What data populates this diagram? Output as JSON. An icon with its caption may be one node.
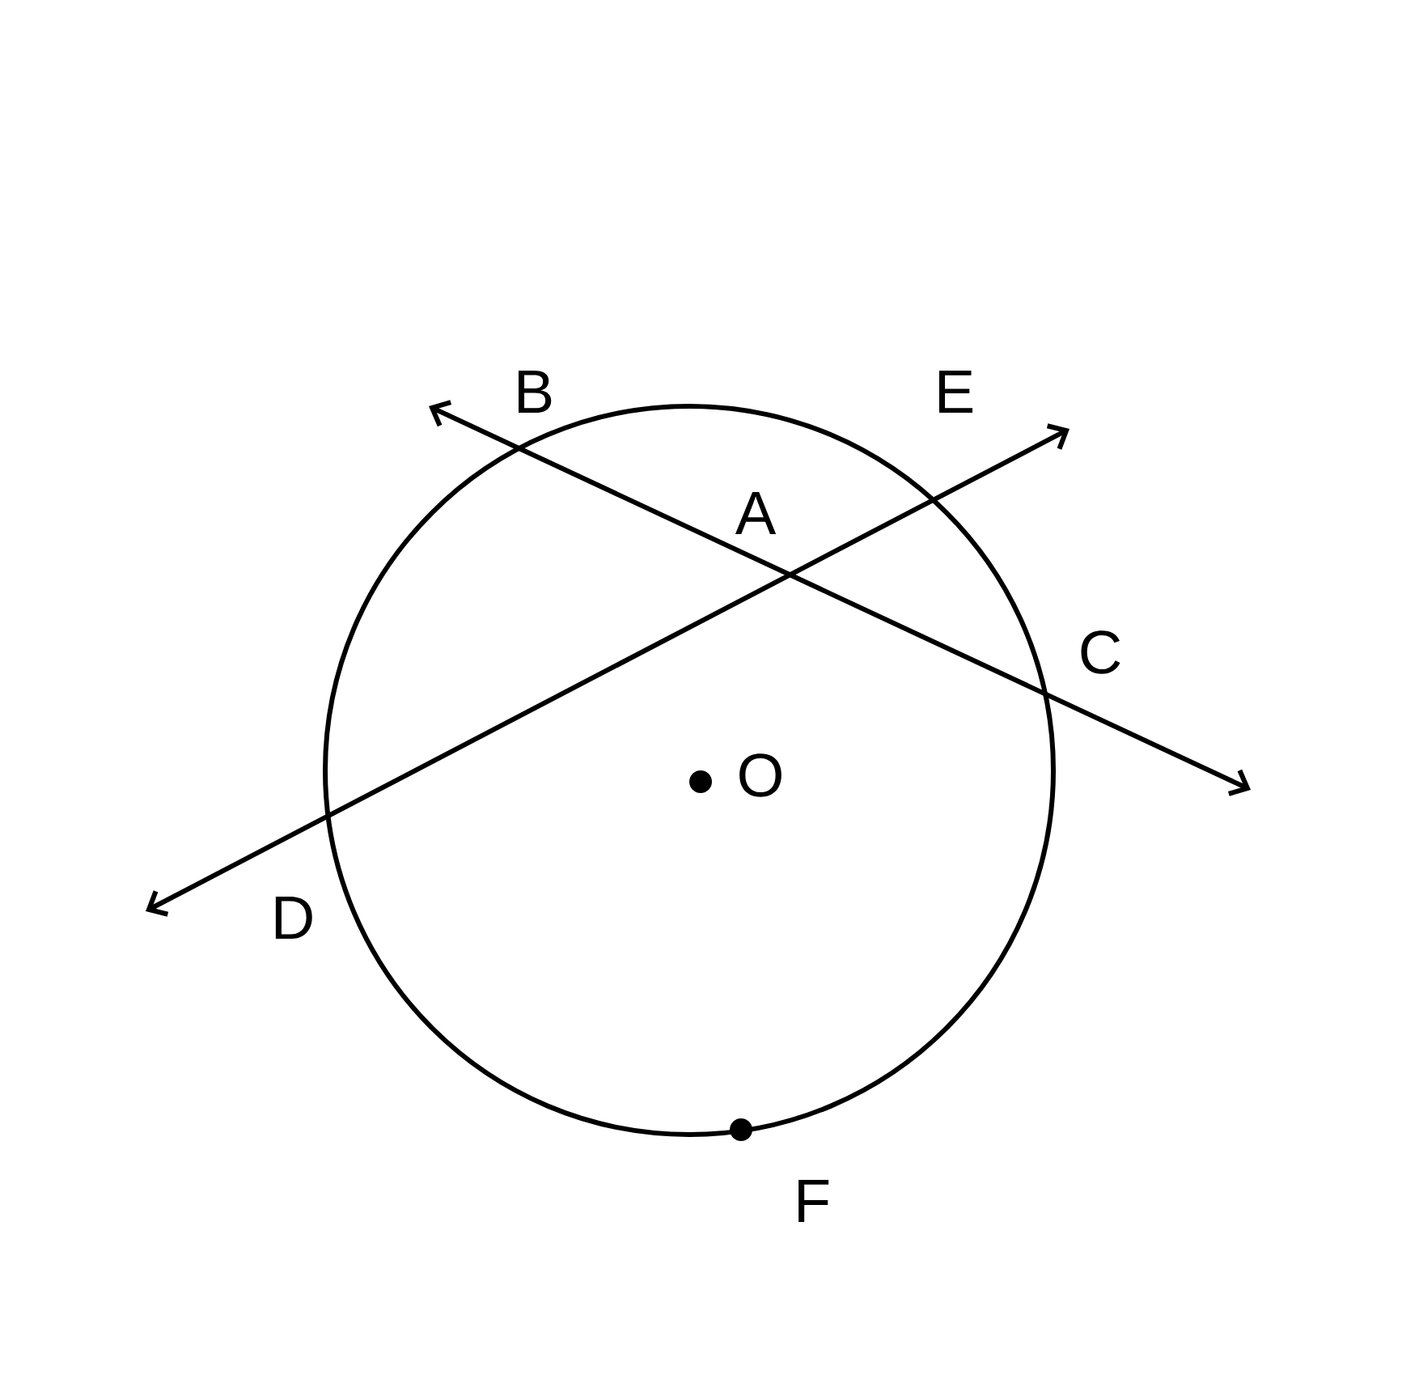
{
  "diagram": {
    "labels": [
      "B",
      "E",
      "A",
      "C",
      "O",
      "D",
      "F"
    ]
  }
}
